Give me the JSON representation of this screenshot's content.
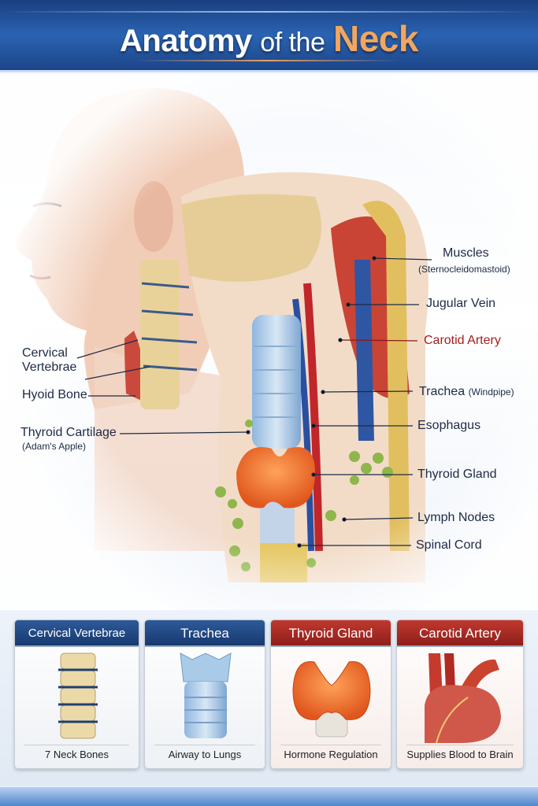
{
  "header": {
    "title_part1": "Anatomy",
    "title_part2": "of the",
    "title_part3": "Neck"
  },
  "labels": {
    "muscles": "Muscles",
    "muscles_sub": "(Sternocleidomastoid)",
    "jugular_vein": "Jugular Vein",
    "carotid_artery": "Carotid Artery",
    "trachea": "Trachea",
    "trachea_sub": "(Windpipe)",
    "esophagus": "Esophagus",
    "thyroid_gland": "Thyroid Gland",
    "lymph_nodes": "Lymph Nodes",
    "spinal_cord": "Spinal Cord",
    "cervical_vertebrae_1": "Cervical",
    "cervical_vertebrae_2": "Vertebrae",
    "hyoid_bone": "Hyoid Bone",
    "thyroid_cartilage": "Thyroid Cartilage",
    "thyroid_cartilage_sub": "(Adam's Apple)"
  },
  "cards": [
    {
      "title": "Cervical Vertebrae",
      "caption": "7 Neck Bones"
    },
    {
      "title": "Trachea",
      "caption": "Airway to Lungs"
    },
    {
      "title": "Thyroid Gland",
      "caption": "Hormone Regulation"
    },
    {
      "title": "Carotid Artery",
      "caption": "Supplies Blood to Brain"
    }
  ],
  "colors": {
    "header_blue": "#2a63b2",
    "accent_orange": "#f2a65e",
    "card_red": "#b0302a",
    "card_blue": "#1f4a86"
  }
}
